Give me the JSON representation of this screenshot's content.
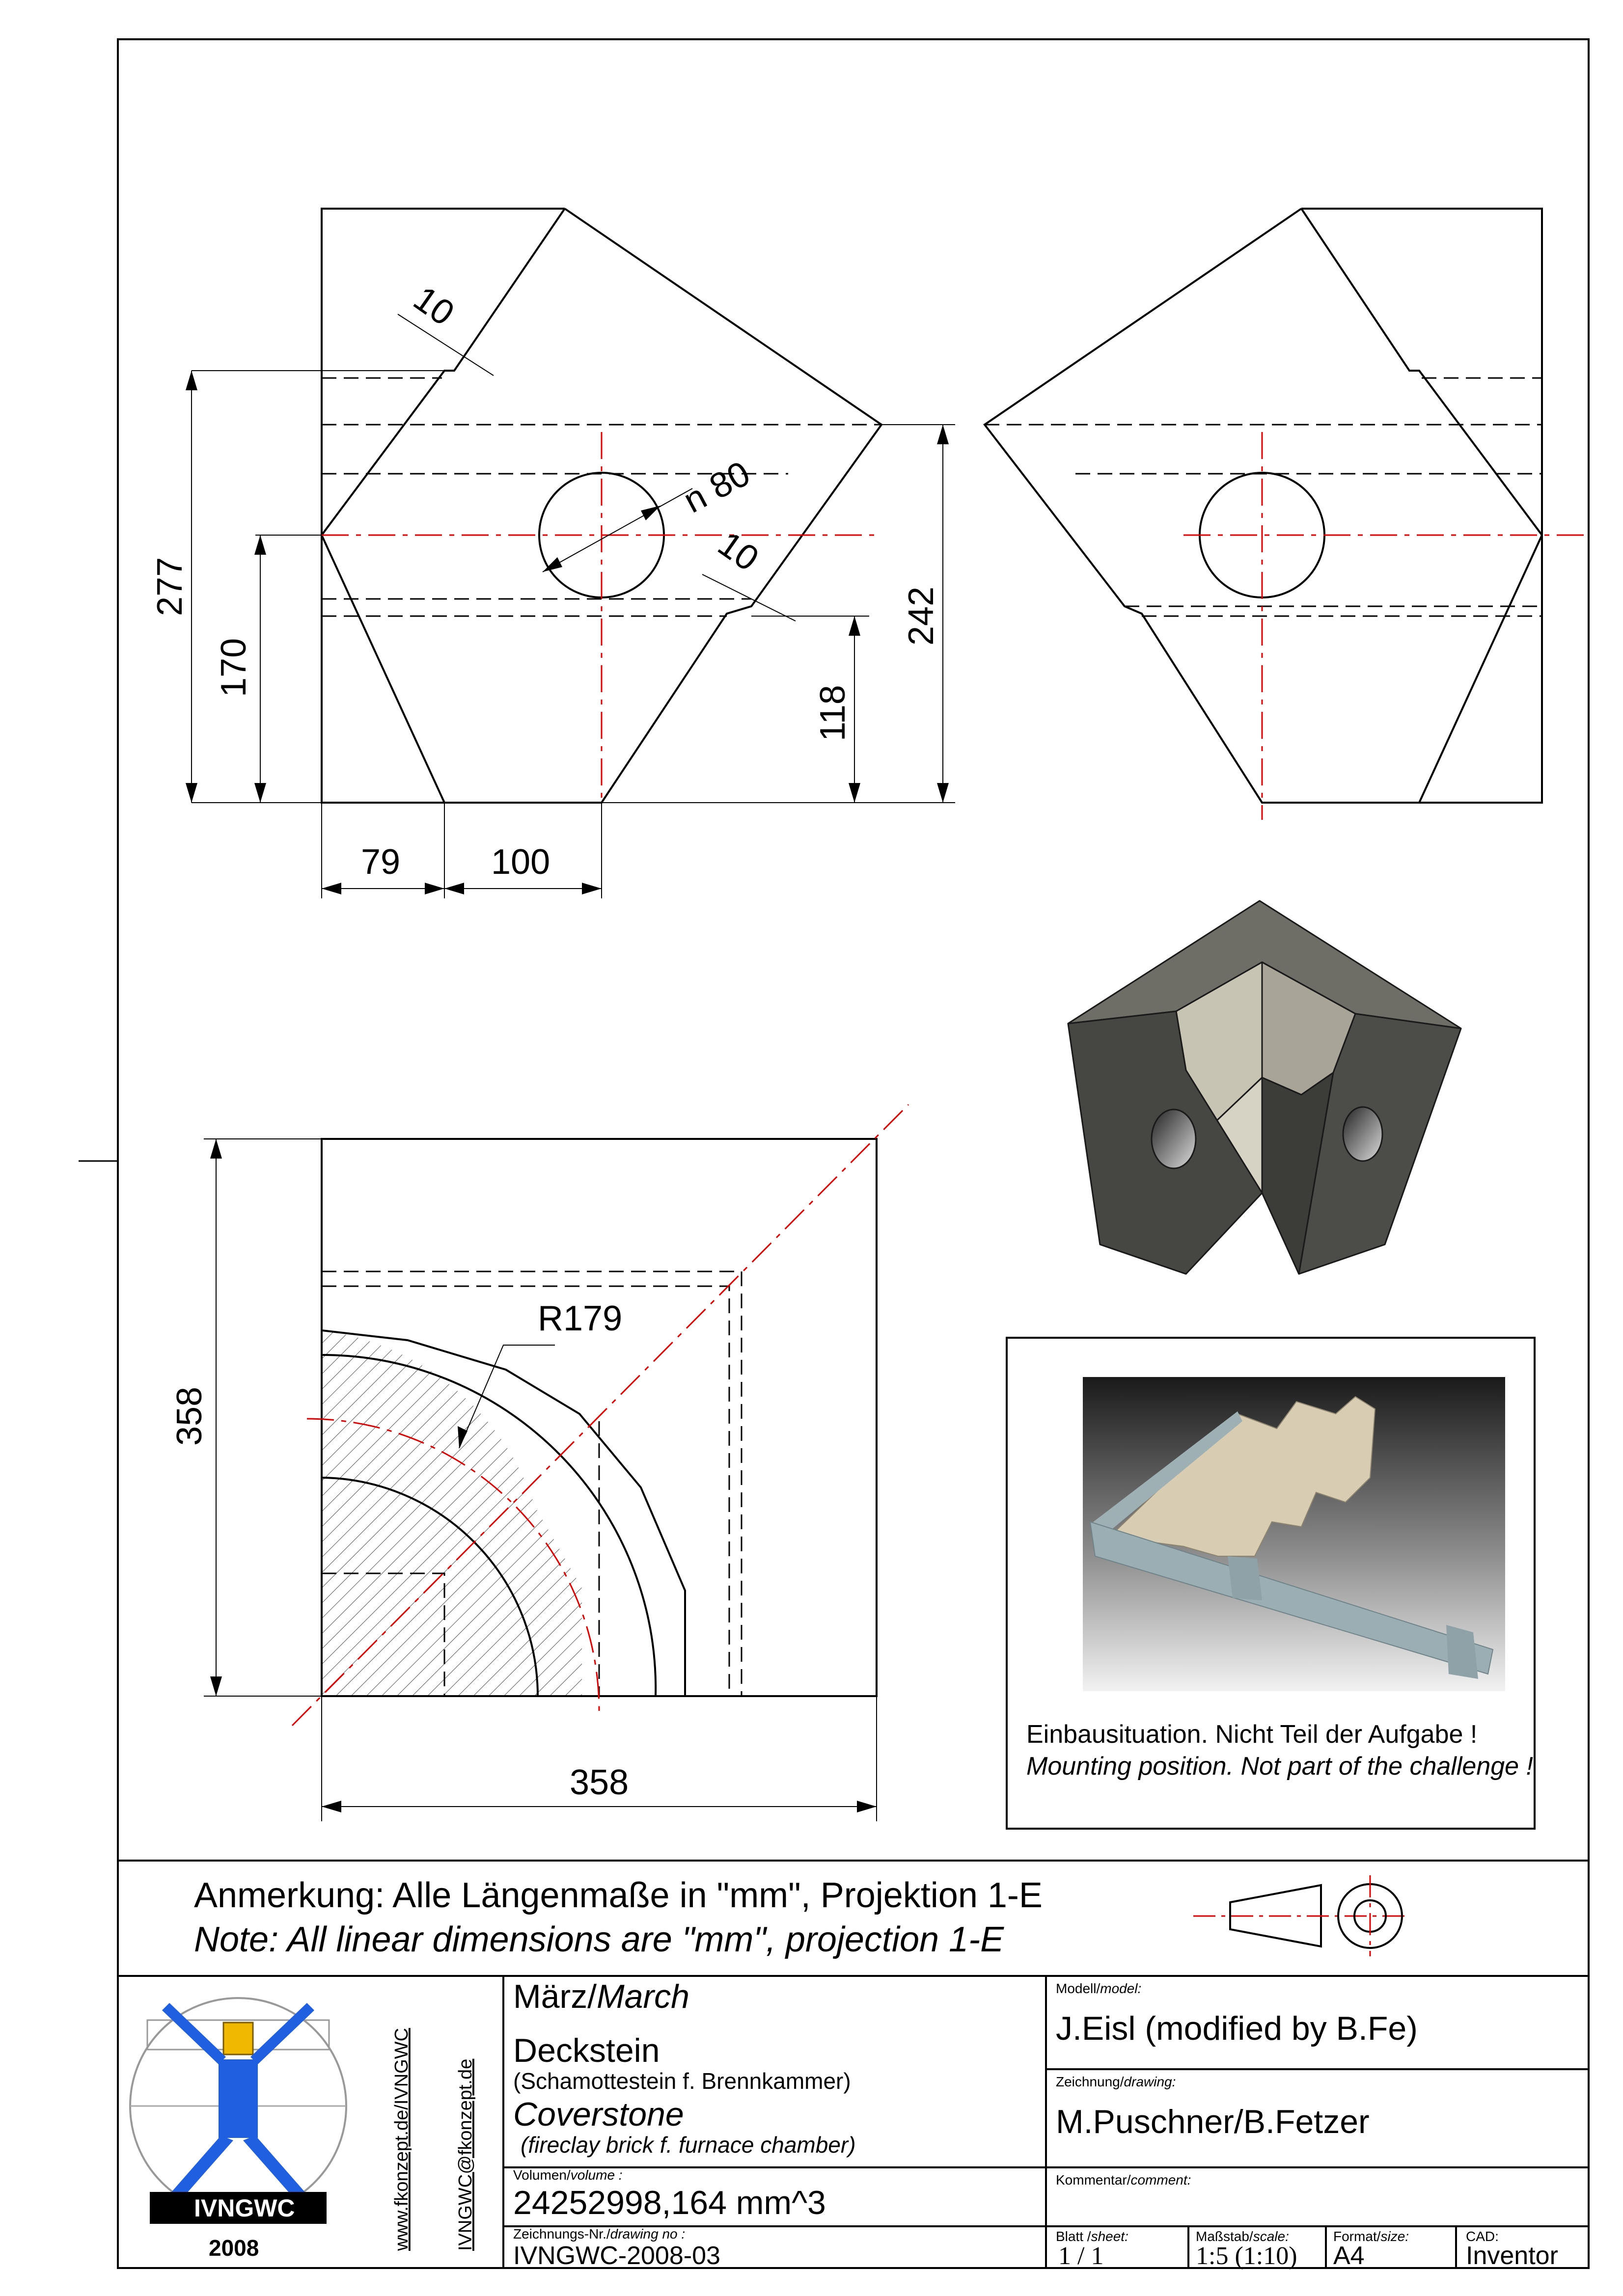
{
  "dimensions": {
    "front_notch_top": "10",
    "front_hole_diameter": "n 80",
    "front_notch_right": "10",
    "front_height_total": "277",
    "front_height_center": "170",
    "front_height_right_low": "118",
    "front_height_right": "242",
    "front_bottom_left": "79",
    "front_bottom_mid": "100",
    "plan_radius": "R179",
    "plan_height": "358",
    "plan_width": "358"
  },
  "mounting_note": {
    "de": "Einbausituation. Nicht Teil der Aufgabe !",
    "en": "Mounting position. Not part of the challenge !"
  },
  "note": {
    "de": "Anmerkung: Alle Längenmaße in \"mm\", Projektion 1-E",
    "en": "Note: All linear dimensions are \"mm\", projection 1-E"
  },
  "title_block": {
    "logo_text": "IVNGWC",
    "logo_year": "2008",
    "vertical_link_1": "www.fkonzept.de/IVNGWC",
    "vertical_link_2": "IVNGWC@fkonzept.de",
    "date_de": "März/",
    "date_en": "March",
    "name_de": "Deckstein",
    "name_de_sub": "(Schamottestein f. Brennkammer)",
    "name_en": "Coverstone",
    "name_en_sub": "(fireclay brick f. furnace chamber)",
    "volume_label_de": "Volumen/",
    "volume_label_en": "volume :",
    "volume_value": "24252998,164 mm^3",
    "drawing_no_label_de": "Zeichnungs-Nr./",
    "drawing_no_label_en": "drawing no :",
    "drawing_no": "IVNGWC-2008-03",
    "model_label_de": "Modell/",
    "model_label_en": "model:",
    "model_value": "J.Eisl (modified by B.Fe)",
    "drawing_label_de": "Zeichnung/",
    "drawing_label_en": "drawing:",
    "drawing_value": "M.Puschner/B.Fetzer",
    "comment_label_de": "Kommentar/",
    "comment_label_en": "comment:",
    "sheet_label_de": "Blatt /",
    "sheet_label_en": "sheet:",
    "sheet_value": "1  /  1",
    "scale_label_de": "Maßstab/",
    "scale_label_en": "scale:",
    "scale_value": "1:5 (1:10)",
    "format_label_de": "Format/",
    "format_label_en": "size:",
    "format_value": "A4",
    "cad_label": "CAD:",
    "cad_value": "Inventor"
  },
  "colors": {
    "line": "#000000",
    "centerline": "#e00000",
    "stone_dark": "#4a4a46",
    "stone_light": "#d6d2c4"
  }
}
